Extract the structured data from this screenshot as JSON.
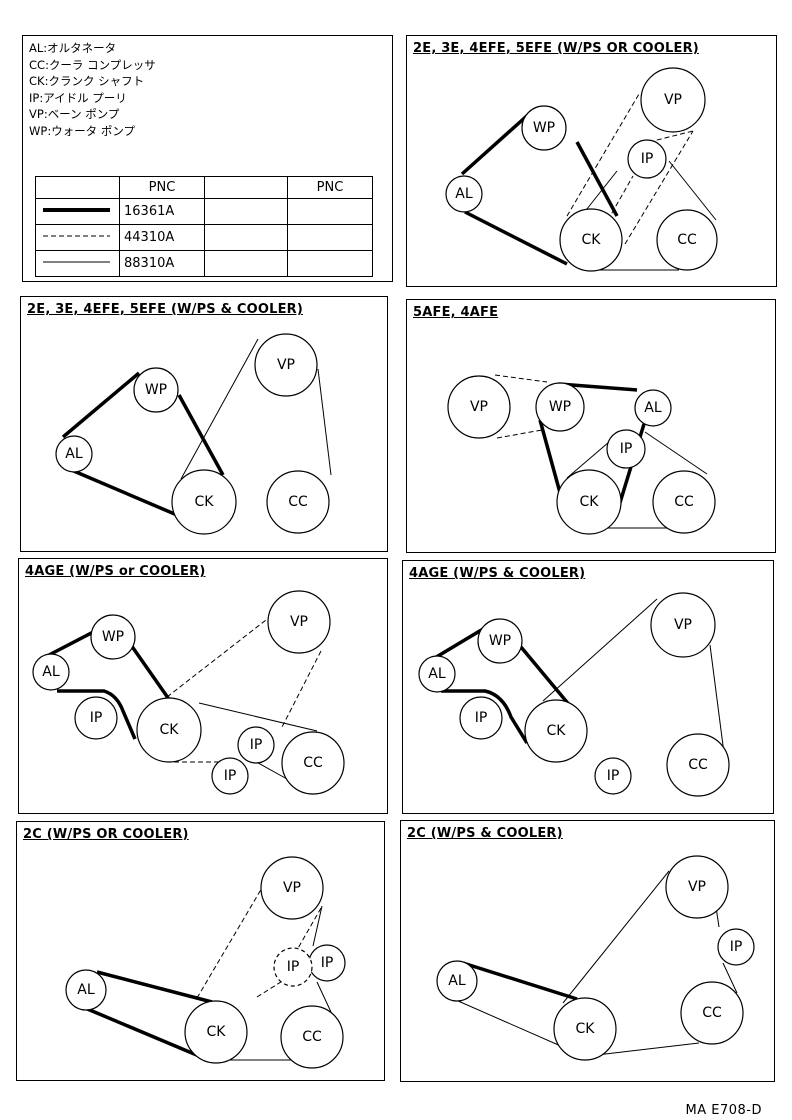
{
  "legend": {
    "items": [
      {
        "code": "AL",
        "name": "オルタネータ"
      },
      {
        "code": "CC",
        "name": "クーラ コンプレッサ"
      },
      {
        "code": "CK",
        "name": "クランク シャフト"
      },
      {
        "code": "IP",
        "name": "アイドル プーリ"
      },
      {
        "code": "VP",
        "name": "ベーン ポンプ"
      },
      {
        "code": "WP",
        "name": "ウォータ ポンプ"
      }
    ],
    "table": {
      "header": "PNC",
      "header2": "PNC",
      "rows": [
        {
          "style": "thick",
          "pnc": "16361A"
        },
        {
          "style": "dashed",
          "pnc": "44310A"
        },
        {
          "style": "thin",
          "pnc": "88310A"
        }
      ]
    }
  },
  "diagrams": [
    {
      "title": "2E, 3E, 4EFE, 5EFE (W/PS OR COOLER)"
    },
    {
      "title": "2E, 3E, 4EFE, 5EFE (W/PS & COOLER)"
    },
    {
      "title": "5AFE, 4AFE"
    },
    {
      "title": "4AGE (W/PS or COOLER)"
    },
    {
      "title": "4AGE (W/PS & COOLER)"
    },
    {
      "title": "2C (W/PS OR COOLER)"
    },
    {
      "title": "2C (W/PS & COOLER)"
    }
  ],
  "pulleys": {
    "AL": "AL",
    "CC": "CC",
    "CK": "CK",
    "IP": "IP",
    "VP": "VP",
    "WP": "WP"
  },
  "figure_code": "MA E708-D"
}
